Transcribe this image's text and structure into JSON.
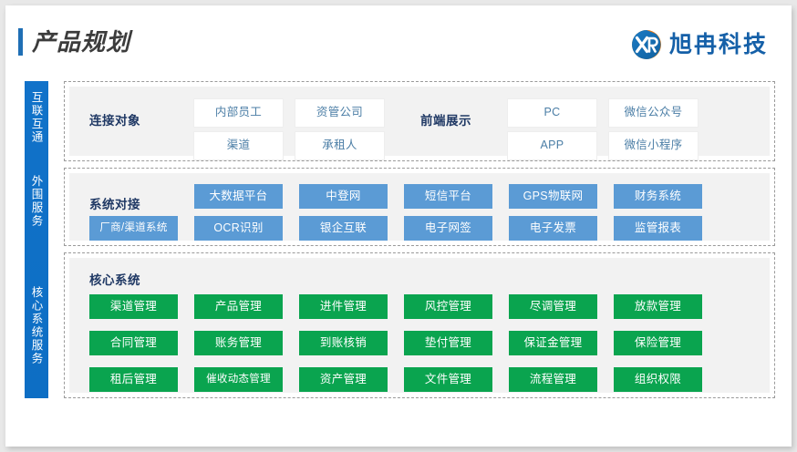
{
  "header": {
    "title": "产品规划",
    "logo_text": "旭冉科技",
    "logo_icon": "circle-xr-logo-icon",
    "accent_color": "#1f6fb5",
    "logo_text_color": "#1560a8"
  },
  "rail": {
    "items": [
      {
        "label": "互联互通"
      },
      {
        "label": "外围服务"
      },
      {
        "label": "核心系统服务"
      }
    ]
  },
  "colors": {
    "panel_bg": "#f2f2f2",
    "dashed_border": "#9a9a9a",
    "section_head": "#1f3864",
    "chip_white_text": "#4b7ea6",
    "chip_blue": "#5b9bd5",
    "chip_green": "#0aa44f",
    "rail_blue": "#1172c9"
  },
  "sections": [
    {
      "id": "connect-objects",
      "head": "连接对象",
      "chip_style": "white",
      "rows": [
        [
          "内部员工",
          "资管公司"
        ],
        [
          "渠道",
          "承租人"
        ]
      ]
    },
    {
      "id": "frontend-display",
      "head": "前端展示",
      "chip_style": "white",
      "rows": [
        [
          "PC",
          "微信公众号"
        ],
        [
          "APP",
          "微信小程序"
        ]
      ]
    },
    {
      "id": "system-integration",
      "head": "系统对接",
      "chip_style": "blue",
      "rows": [
        [
          "大数据平台",
          "中登网",
          "短信平台",
          "GPS物联网",
          "财务系统"
        ],
        [
          "厂商/渠道系统",
          "OCR识别",
          "银企互联",
          "电子网签",
          "电子发票",
          "监管报表"
        ]
      ]
    },
    {
      "id": "core-system",
      "head": "核心系统",
      "chip_style": "green",
      "rows": [
        [
          "渠道管理",
          "产品管理",
          "进件管理",
          "风控管理",
          "尽调管理",
          "放款管理"
        ],
        [
          "合同管理",
          "账务管理",
          "到账核销",
          "垫付管理",
          "保证金管理",
          "保险管理"
        ],
        [
          "租后管理",
          "催收动态管理",
          "资产管理",
          "文件管理",
          "流程管理",
          "组织权限"
        ]
      ]
    }
  ]
}
